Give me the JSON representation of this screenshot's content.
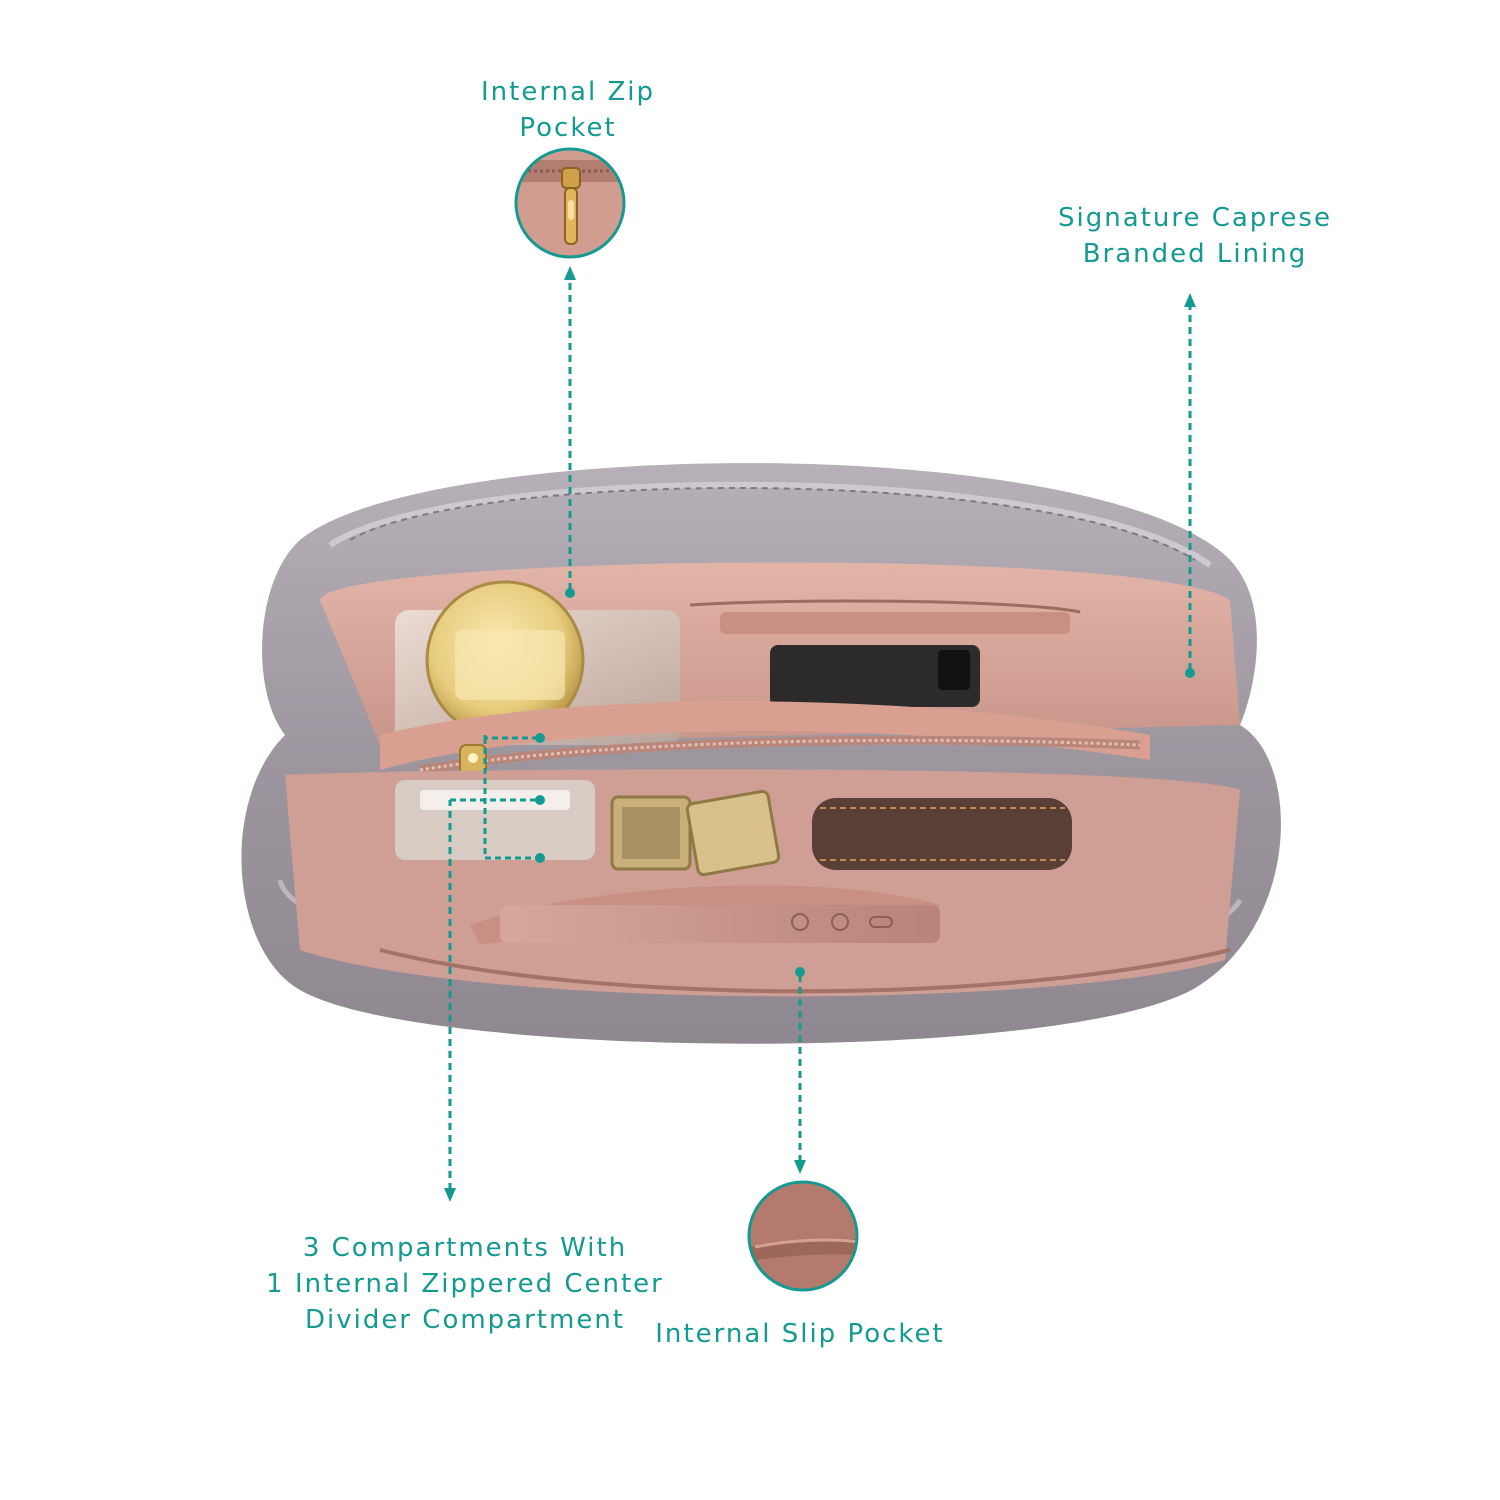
{
  "callouts": {
    "internal_zip_pocket": {
      "lines": [
        "Internal Zip",
        "Pocket"
      ]
    },
    "branded_lining": {
      "lines": [
        "Signature Caprese",
        "Branded Lining"
      ]
    },
    "compartments": {
      "lines": [
        "3 Compartments With",
        "1 Internal Zippered Center",
        "Divider Compartment"
      ]
    },
    "internal_slip_pocket": {
      "lines": [
        "Internal Slip Pocket"
      ]
    }
  },
  "colors": {
    "accent_teal": "#159a91",
    "bag_leather": "#a8a1a8",
    "lining_pink": "#d9a89c",
    "gold_hardware": "#e9cf86",
    "background": "#ffffff"
  },
  "icons": {
    "zip_pocket_inset": "zipper-pull-icon",
    "slip_pocket_inset": "slip-pocket-detail-icon"
  }
}
